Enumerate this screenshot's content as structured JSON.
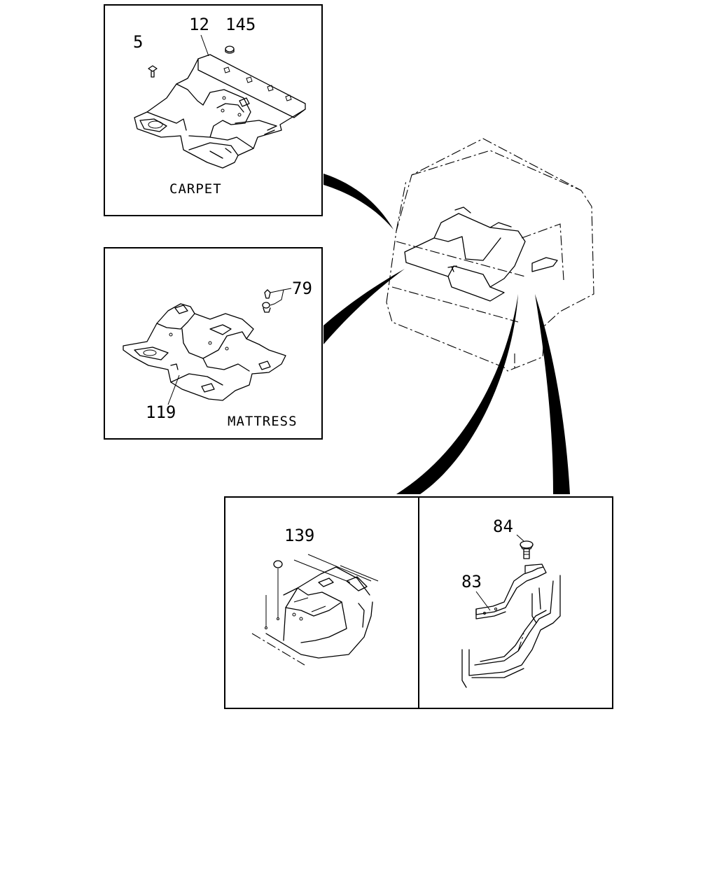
{
  "diagram": {
    "panels": {
      "carpet": {
        "caption": "CARPET",
        "callouts": [
          "5",
          "12",
          "145"
        ]
      },
      "mattress": {
        "caption": "MATTRESS",
        "callouts": [
          "79",
          "119"
        ]
      },
      "plug_detail": {
        "callouts": [
          "139"
        ]
      },
      "bracket_detail": {
        "callouts": [
          "84",
          "83"
        ]
      }
    }
  }
}
